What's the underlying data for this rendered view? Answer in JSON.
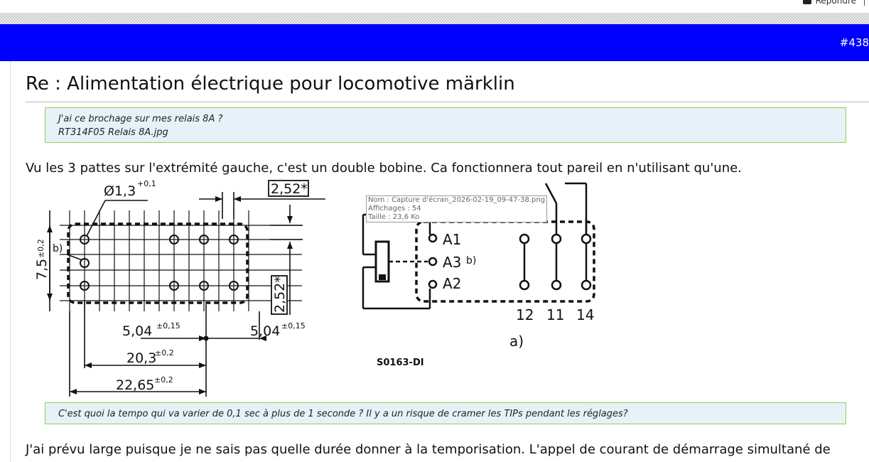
{
  "header": {
    "reply_label": "Répondre",
    "post_number": "#438",
    "band_color": "#0000ff"
  },
  "post": {
    "title": "Re : Alimentation électrique pour locomotive märklin",
    "quote1": {
      "line1": "J'ai ce brochage sur mes relais 8A ?",
      "line2": "RT314F05 Relais 8A.jpg"
    },
    "paragraph1": "Vu les 3 pattes sur l'extrémité gauche, c'est un double bobine. Ca fonctionnera tout pareil en n'utilisant qu'une.",
    "quote2": "C'est quoi la tempo qui va varier de 0,1 sec à plus de 1 seconde ? Il y a un risque de cramer les TIPs pendant les réglages?",
    "paragraph2": "J'ai prévu large puisque je ne sais pas quelle durée donner à la temporisation. L'appel de courant de démarrage simultané de",
    "quote_border_color": "#92d050",
    "quote_bg_color": "#e6f2f7"
  },
  "image_tooltip": {
    "name": "Nom : Capture d'écran_2026-02-19_09-47-38.png",
    "views": "Affichages : 54",
    "size": "Taille : 23,6 Ko"
  },
  "drawing": {
    "dims": {
      "hole": "Ø1,3",
      "hole_tol": "+0,1",
      "width_box": "2,52*",
      "height_box": "2,52*",
      "pitch_left": "5,04",
      "pitch_left_tol": "±0,15",
      "pitch_right": "5,04",
      "pitch_right_tol": "±0,15",
      "span_mid": "20,3",
      "span_mid_tol": "±0,2",
      "span_full": "22,65",
      "span_full_tol": "±0,2",
      "height": "7,5",
      "height_tol": "±0,2",
      "b_label": "b)"
    },
    "pins": {
      "a1": "A1",
      "a3": "A3",
      "a3_note": "b)",
      "a2": "A2",
      "p12": "12",
      "p11": "11",
      "p14": "14"
    },
    "schematic_label": "a)",
    "reference": "S0163-DI"
  }
}
